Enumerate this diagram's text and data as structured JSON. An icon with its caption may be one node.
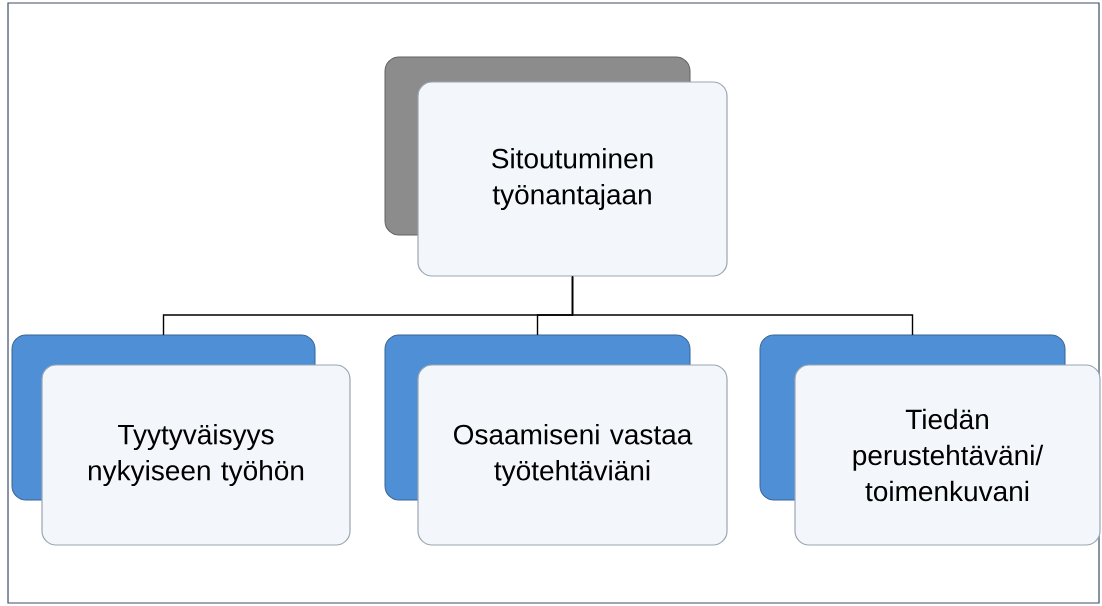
{
  "diagram": {
    "nodes": [
      {
        "text": [
          "Sitoutuminen työnantajaan"
        ]
      },
      {
        "text": [
          "Tyytyväisyys nykyiseen työhön"
        ]
      },
      {
        "text": [
          "Osaamiseni vastaa työtehtäviäni"
        ]
      },
      {
        "text": [
          "Tiedän perustehtäväni/ toimenkuvani"
        ]
      }
    ],
    "edges": [
      {
        "from": 0,
        "to": 1,
        "arrow": "none"
      },
      {
        "from": 0,
        "to": 2,
        "arrow": "none"
      },
      {
        "from": 0,
        "to": 3,
        "arrow": "none"
      }
    ]
  }
}
